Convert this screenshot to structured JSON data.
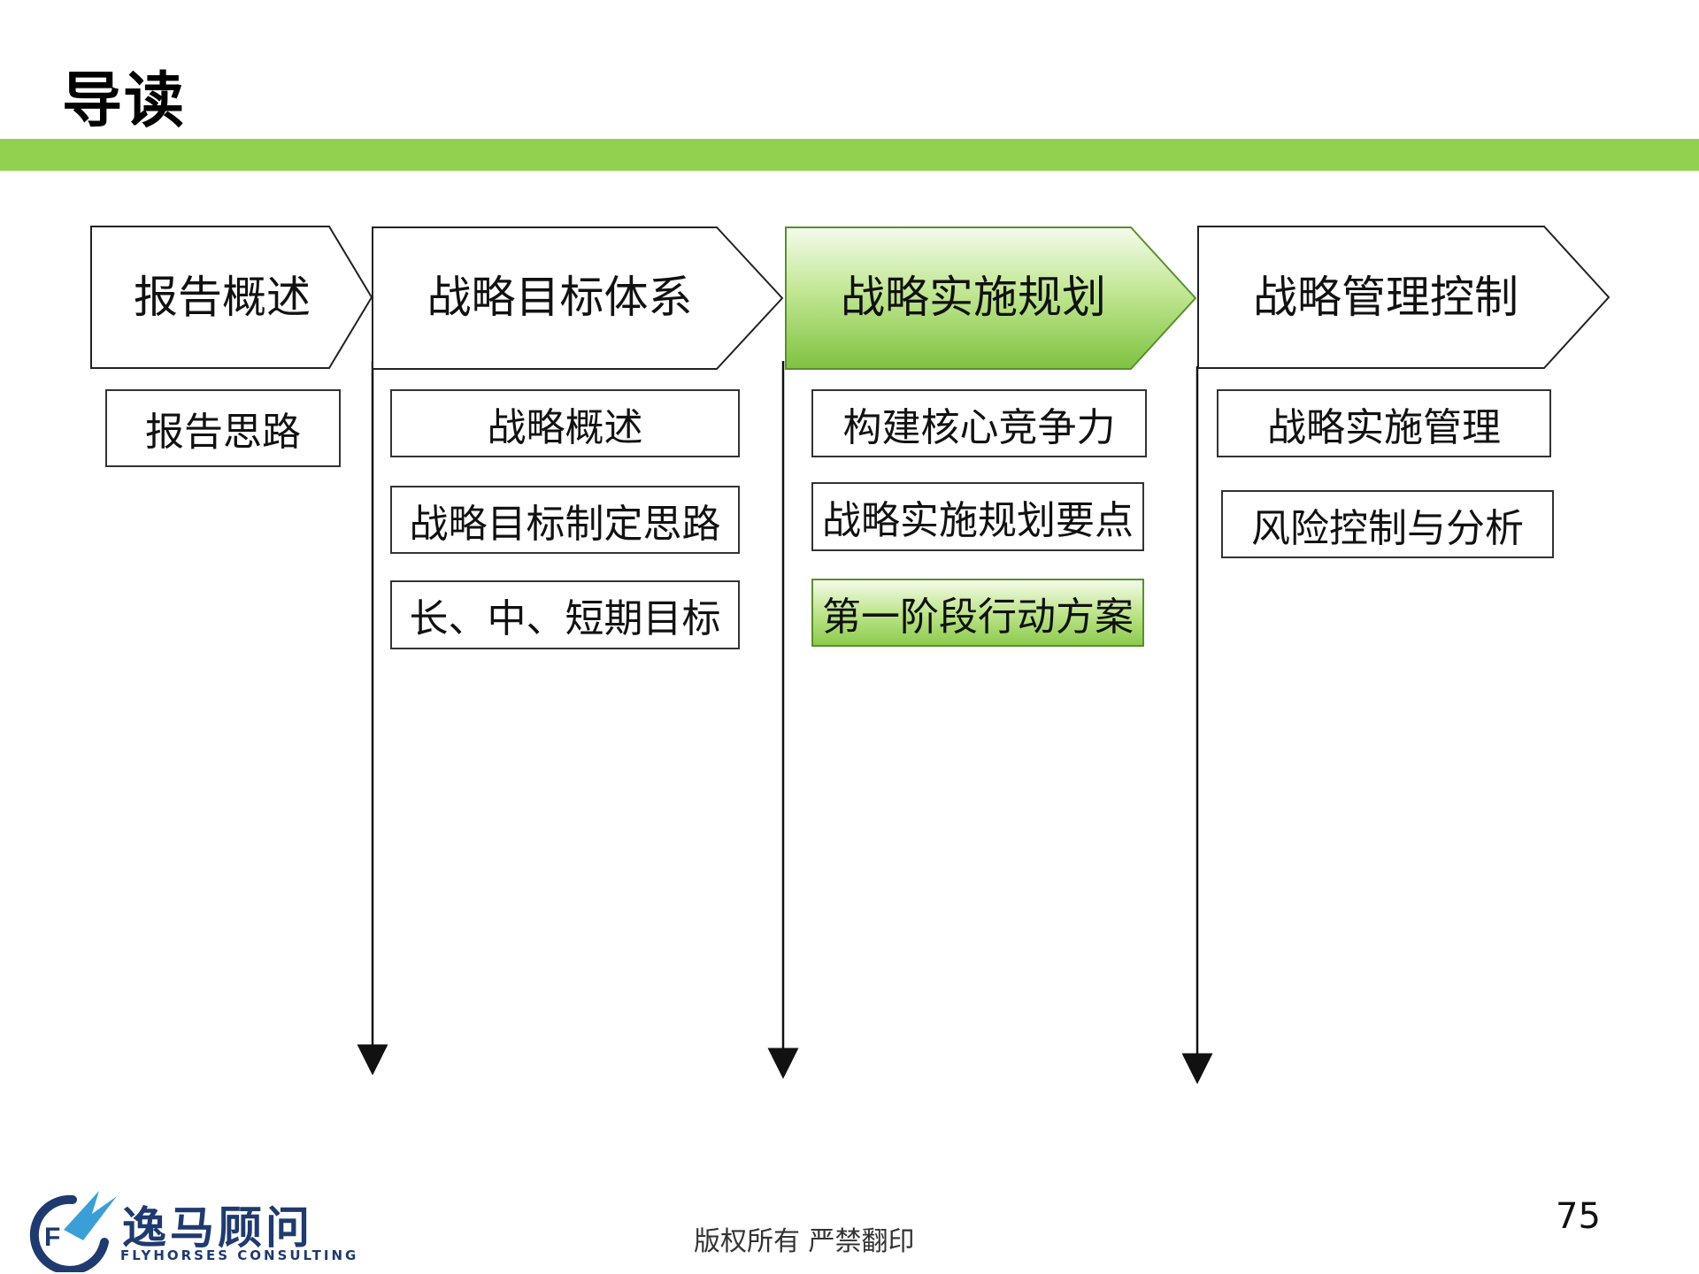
{
  "title": "导读",
  "stages": [
    {
      "label": "报告概述",
      "items": [
        "报告思路"
      ]
    },
    {
      "label": "战略目标体系",
      "items": [
        "战略概述",
        "战略目标制定思路",
        "长、中、短期目标"
      ]
    },
    {
      "label": "战略实施规划",
      "items": [
        "构建核心竞争力",
        "战略实施规划要点",
        "第一阶段行动方案"
      ]
    },
    {
      "label": "战略管理控制",
      "items": [
        "战略实施管理",
        "风险控制与分析"
      ]
    }
  ],
  "colors": {
    "accent_green": "#92d050",
    "logo_blue": "#1f3a6e"
  },
  "footer": {
    "copyright": "版权所有  严禁翻印",
    "page_number": "75"
  },
  "logo": {
    "name_cn": "逸马顾问",
    "name_en": "FLYHORSES CONSULTING",
    "icon": "flyhorse-logo-icon"
  }
}
